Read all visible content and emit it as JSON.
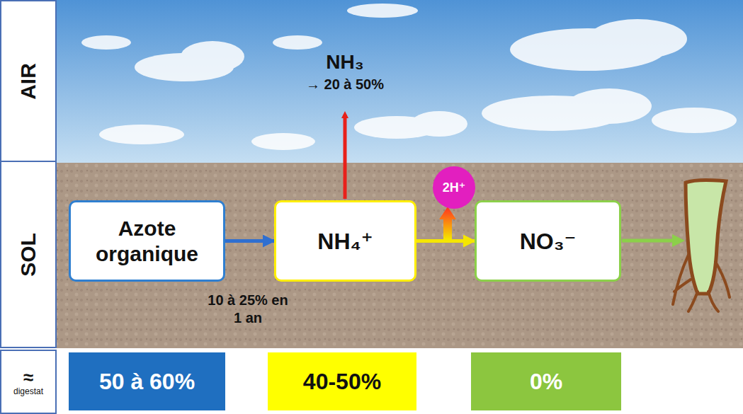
{
  "diagram": {
    "nodes": [
      {
        "text": [
          "AIR"
        ]
      },
      {
        "text": [
          "SOL"
        ]
      },
      {
        "text": [
          "2H⁺"
        ]
      },
      {
        "text": [
          "Azote organique"
        ]
      },
      {
        "text": [
          "NH₄⁺"
        ]
      },
      {
        "text": [
          "NO₃⁻"
        ]
      },
      {
        "text": [
          "≈",
          "digestat"
        ]
      },
      {
        "text": [
          "50 à 60%"
        ]
      },
      {
        "text": [
          "40-50%"
        ]
      },
      {
        "text": [
          "0%"
        ]
      }
    ],
    "edges": [
      {
        "from": 3,
        "to": 4,
        "arrow": "to"
      },
      {
        "from": 4,
        "to": 5,
        "arrow": "to"
      }
    ],
    "labels": [
      "NH₃",
      "→ 20 à 50%",
      "10 à 25% en 1 an"
    ]
  }
}
